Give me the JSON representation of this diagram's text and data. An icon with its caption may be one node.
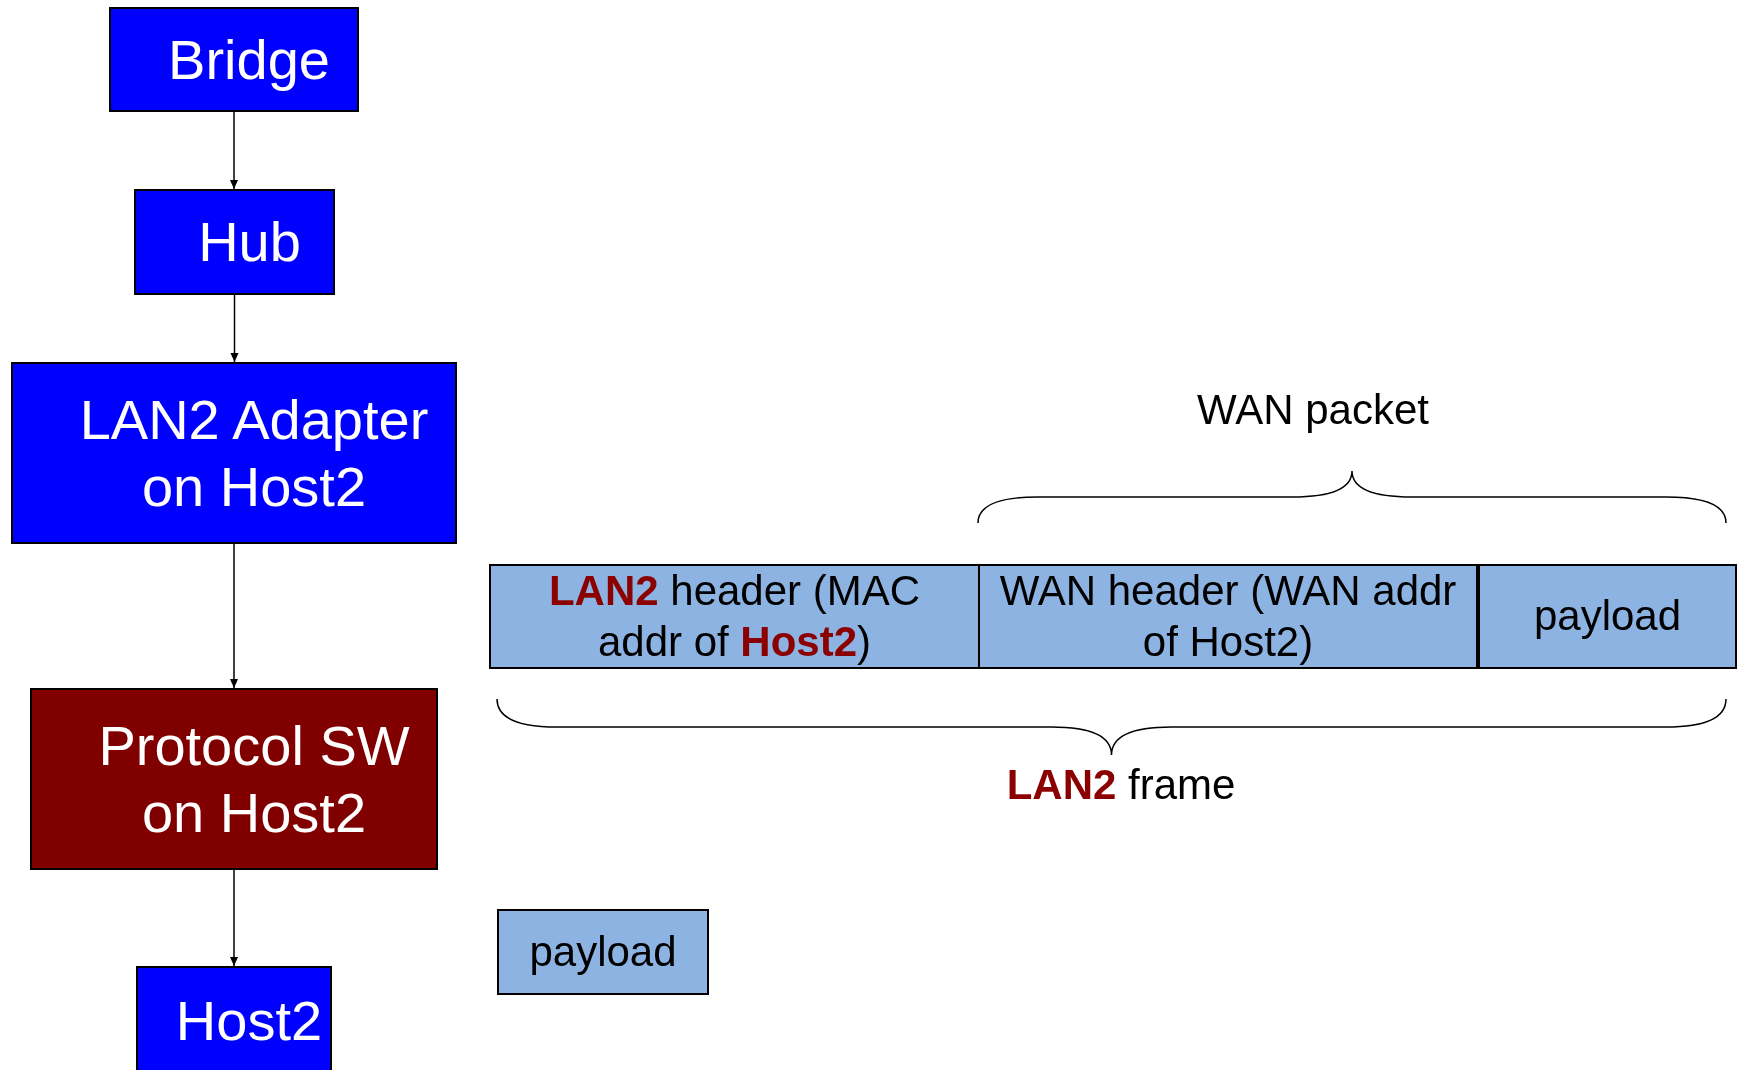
{
  "diagram": {
    "nodes": [
      {
        "text": [
          "Bridge"
        ]
      },
      {
        "text": [
          "Hub"
        ]
      },
      {
        "text": [
          "LAN2 Adapter on Host2"
        ]
      },
      {
        "text": [
          "Protocol SW on Host2"
        ]
      },
      {
        "text": [
          "Host2"
        ]
      },
      {
        "text": [
          "**LAN2** header (MAC addr of **Host2**)"
        ]
      },
      {
        "text": [
          "WAN header (WAN addr of Host2)"
        ]
      },
      {
        "text": [
          "payload"
        ]
      },
      {
        "text": [
          "payload"
        ]
      }
    ],
    "edges": [
      {
        "from": 0,
        "to": 1,
        "arrow": "to"
      },
      {
        "from": 1,
        "to": 2,
        "arrow": "to"
      },
      {
        "from": 2,
        "to": 3,
        "arrow": "to"
      },
      {
        "from": 3,
        "to": 4,
        "arrow": "to"
      }
    ],
    "labels": [
      "WAN packet",
      "**LAN2** frame"
    ]
  }
}
